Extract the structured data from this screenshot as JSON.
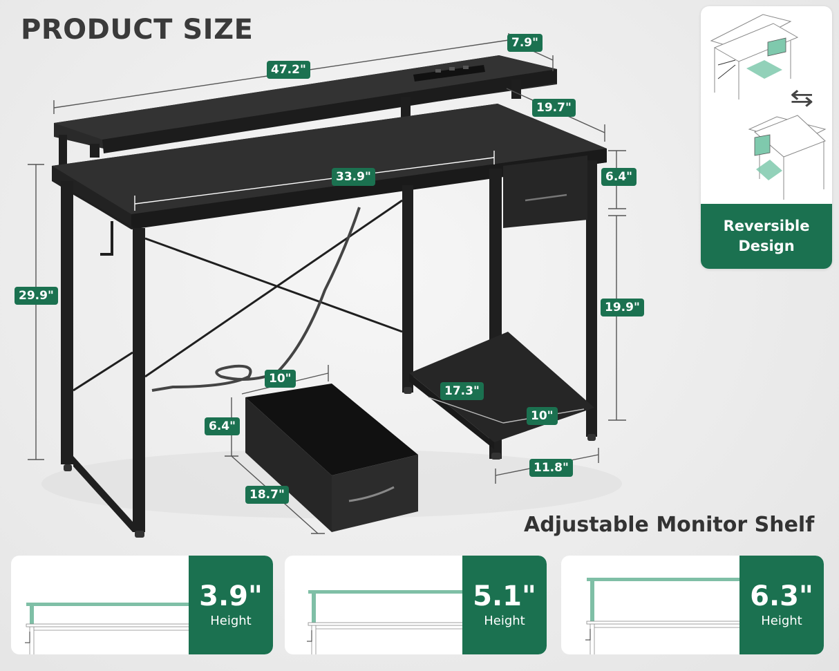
{
  "header": {
    "title": "PRODUCT SIZE"
  },
  "dimensions": {
    "overall_width": "47.2\"",
    "shelf_depth": "7.9\"",
    "desk_depth": "19.7\"",
    "leg_clearance_width": "33.9\"",
    "drawer_opening_height": "6.4\"",
    "desk_height": "29.9\"",
    "storage_shelf_height": "19.9\"",
    "bottom_shelf_depth": "17.3\"",
    "bottom_shelf_width": "10\"",
    "side_frame_width": "11.8\"",
    "drawer_width": "10\"",
    "drawer_height": "6.4\"",
    "drawer_depth": "18.7\""
  },
  "reversible": {
    "label_line1": "Reversible",
    "label_line2": "Design",
    "icon": "swap-arrows-icon"
  },
  "monitor_shelf": {
    "title": "Adjustable Monitor Shelf",
    "options": [
      {
        "value": "3.9\"",
        "label": "Height"
      },
      {
        "value": "5.1\"",
        "label": "Height"
      },
      {
        "value": "6.3\"",
        "label": "Height"
      }
    ]
  },
  "colors": {
    "accent_green": "#1b7150",
    "mint": "#7fbfa6",
    "desk_black": "#232323",
    "title_text": "#3a3a3a",
    "background": "#ececec"
  }
}
